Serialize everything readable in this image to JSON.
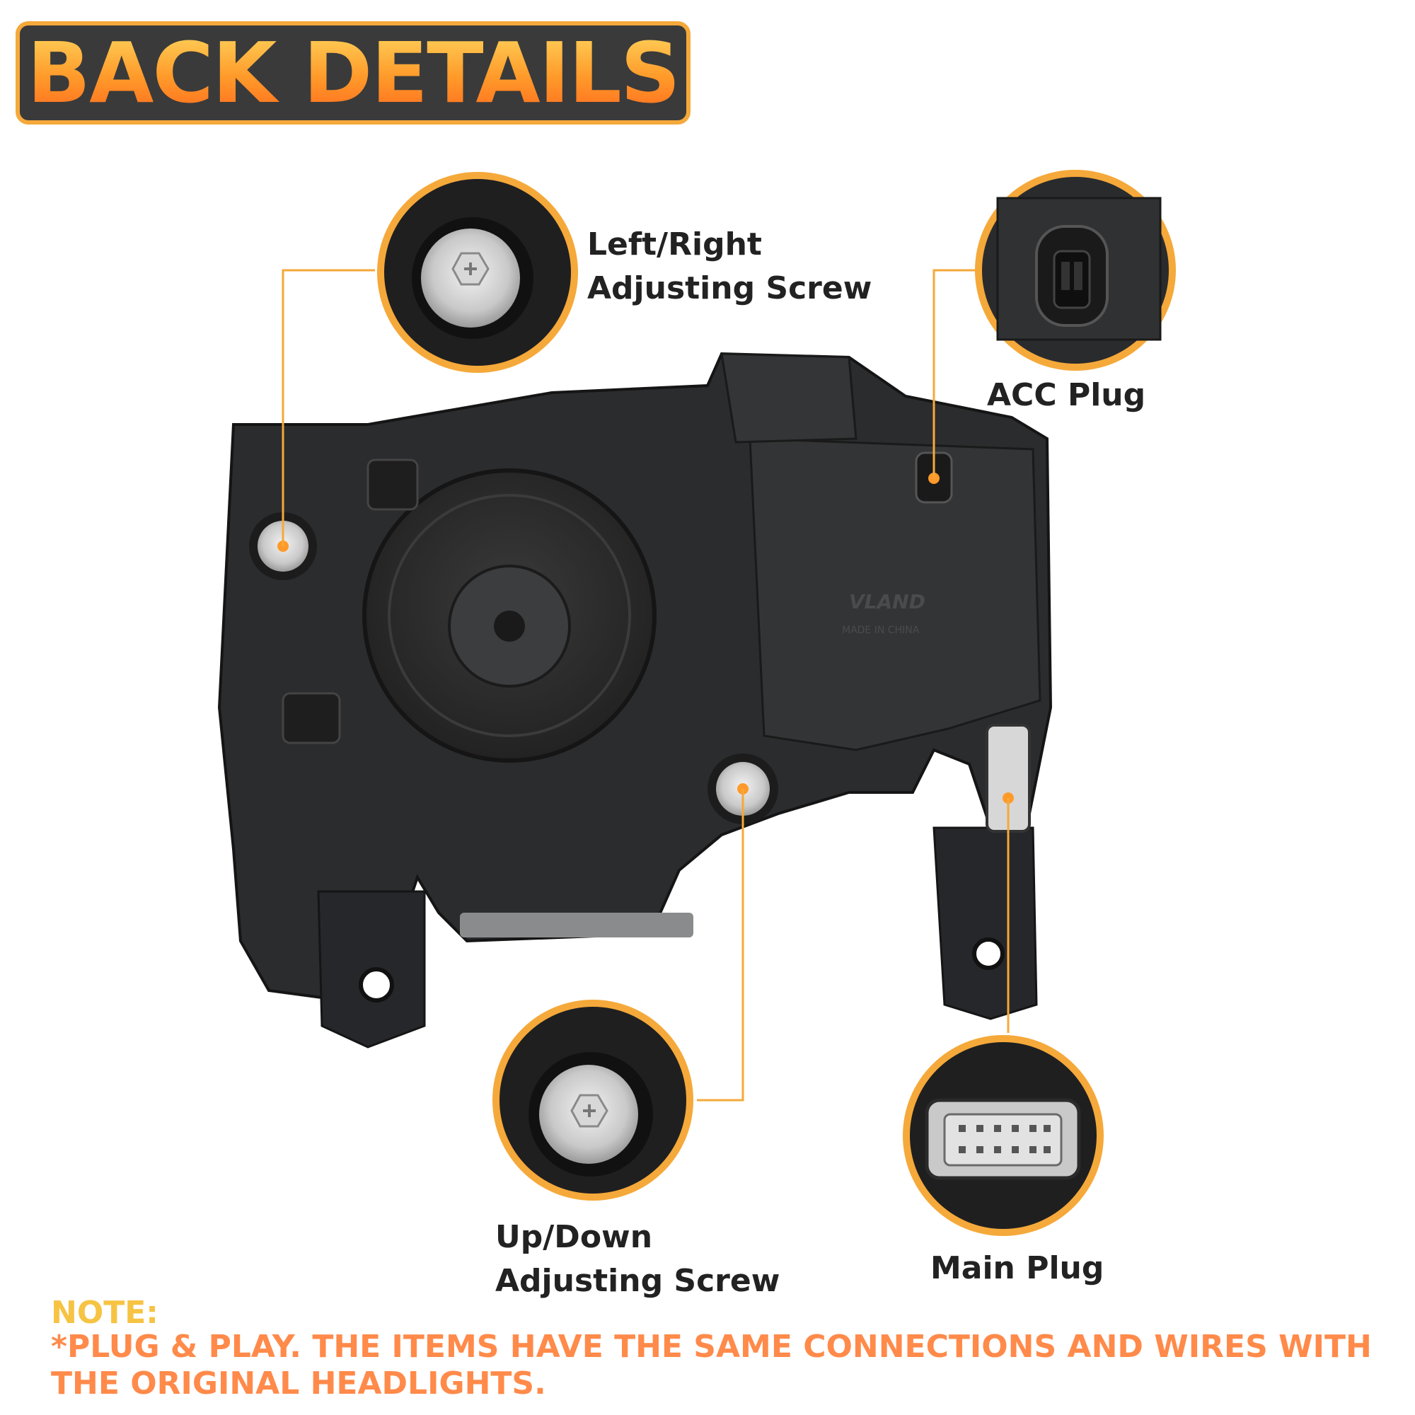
{
  "header": {
    "title": "BACK DETAILS"
  },
  "callouts": {
    "lr_screw": {
      "line1": "Left/Right",
      "line2": "Adjusting Screw"
    },
    "acc_plug": {
      "label": "ACC Plug"
    },
    "ud_screw": {
      "line1": "Up/Down",
      "line2": "Adjusting Screw"
    },
    "main_plug": {
      "label": "Main Plug"
    }
  },
  "product": {
    "brand_mark": "VLAND",
    "mold_text": "MADE IN CHINA"
  },
  "note": {
    "title": "NOTE:",
    "text": "*PLUG & PLAY. THE ITEMS HAVE THE SAME CONNECTIONS AND WIRES WITH THE ORIGINAL HEADLIGHTS."
  },
  "colors": {
    "accent": "#f5a93a",
    "banner_bg": "#3a3a3a",
    "note_title": "#f6c343",
    "note_text": "#ff8a4a"
  },
  "icons": [
    "screw-head-icon",
    "acc-connector-icon",
    "main-connector-icon"
  ]
}
